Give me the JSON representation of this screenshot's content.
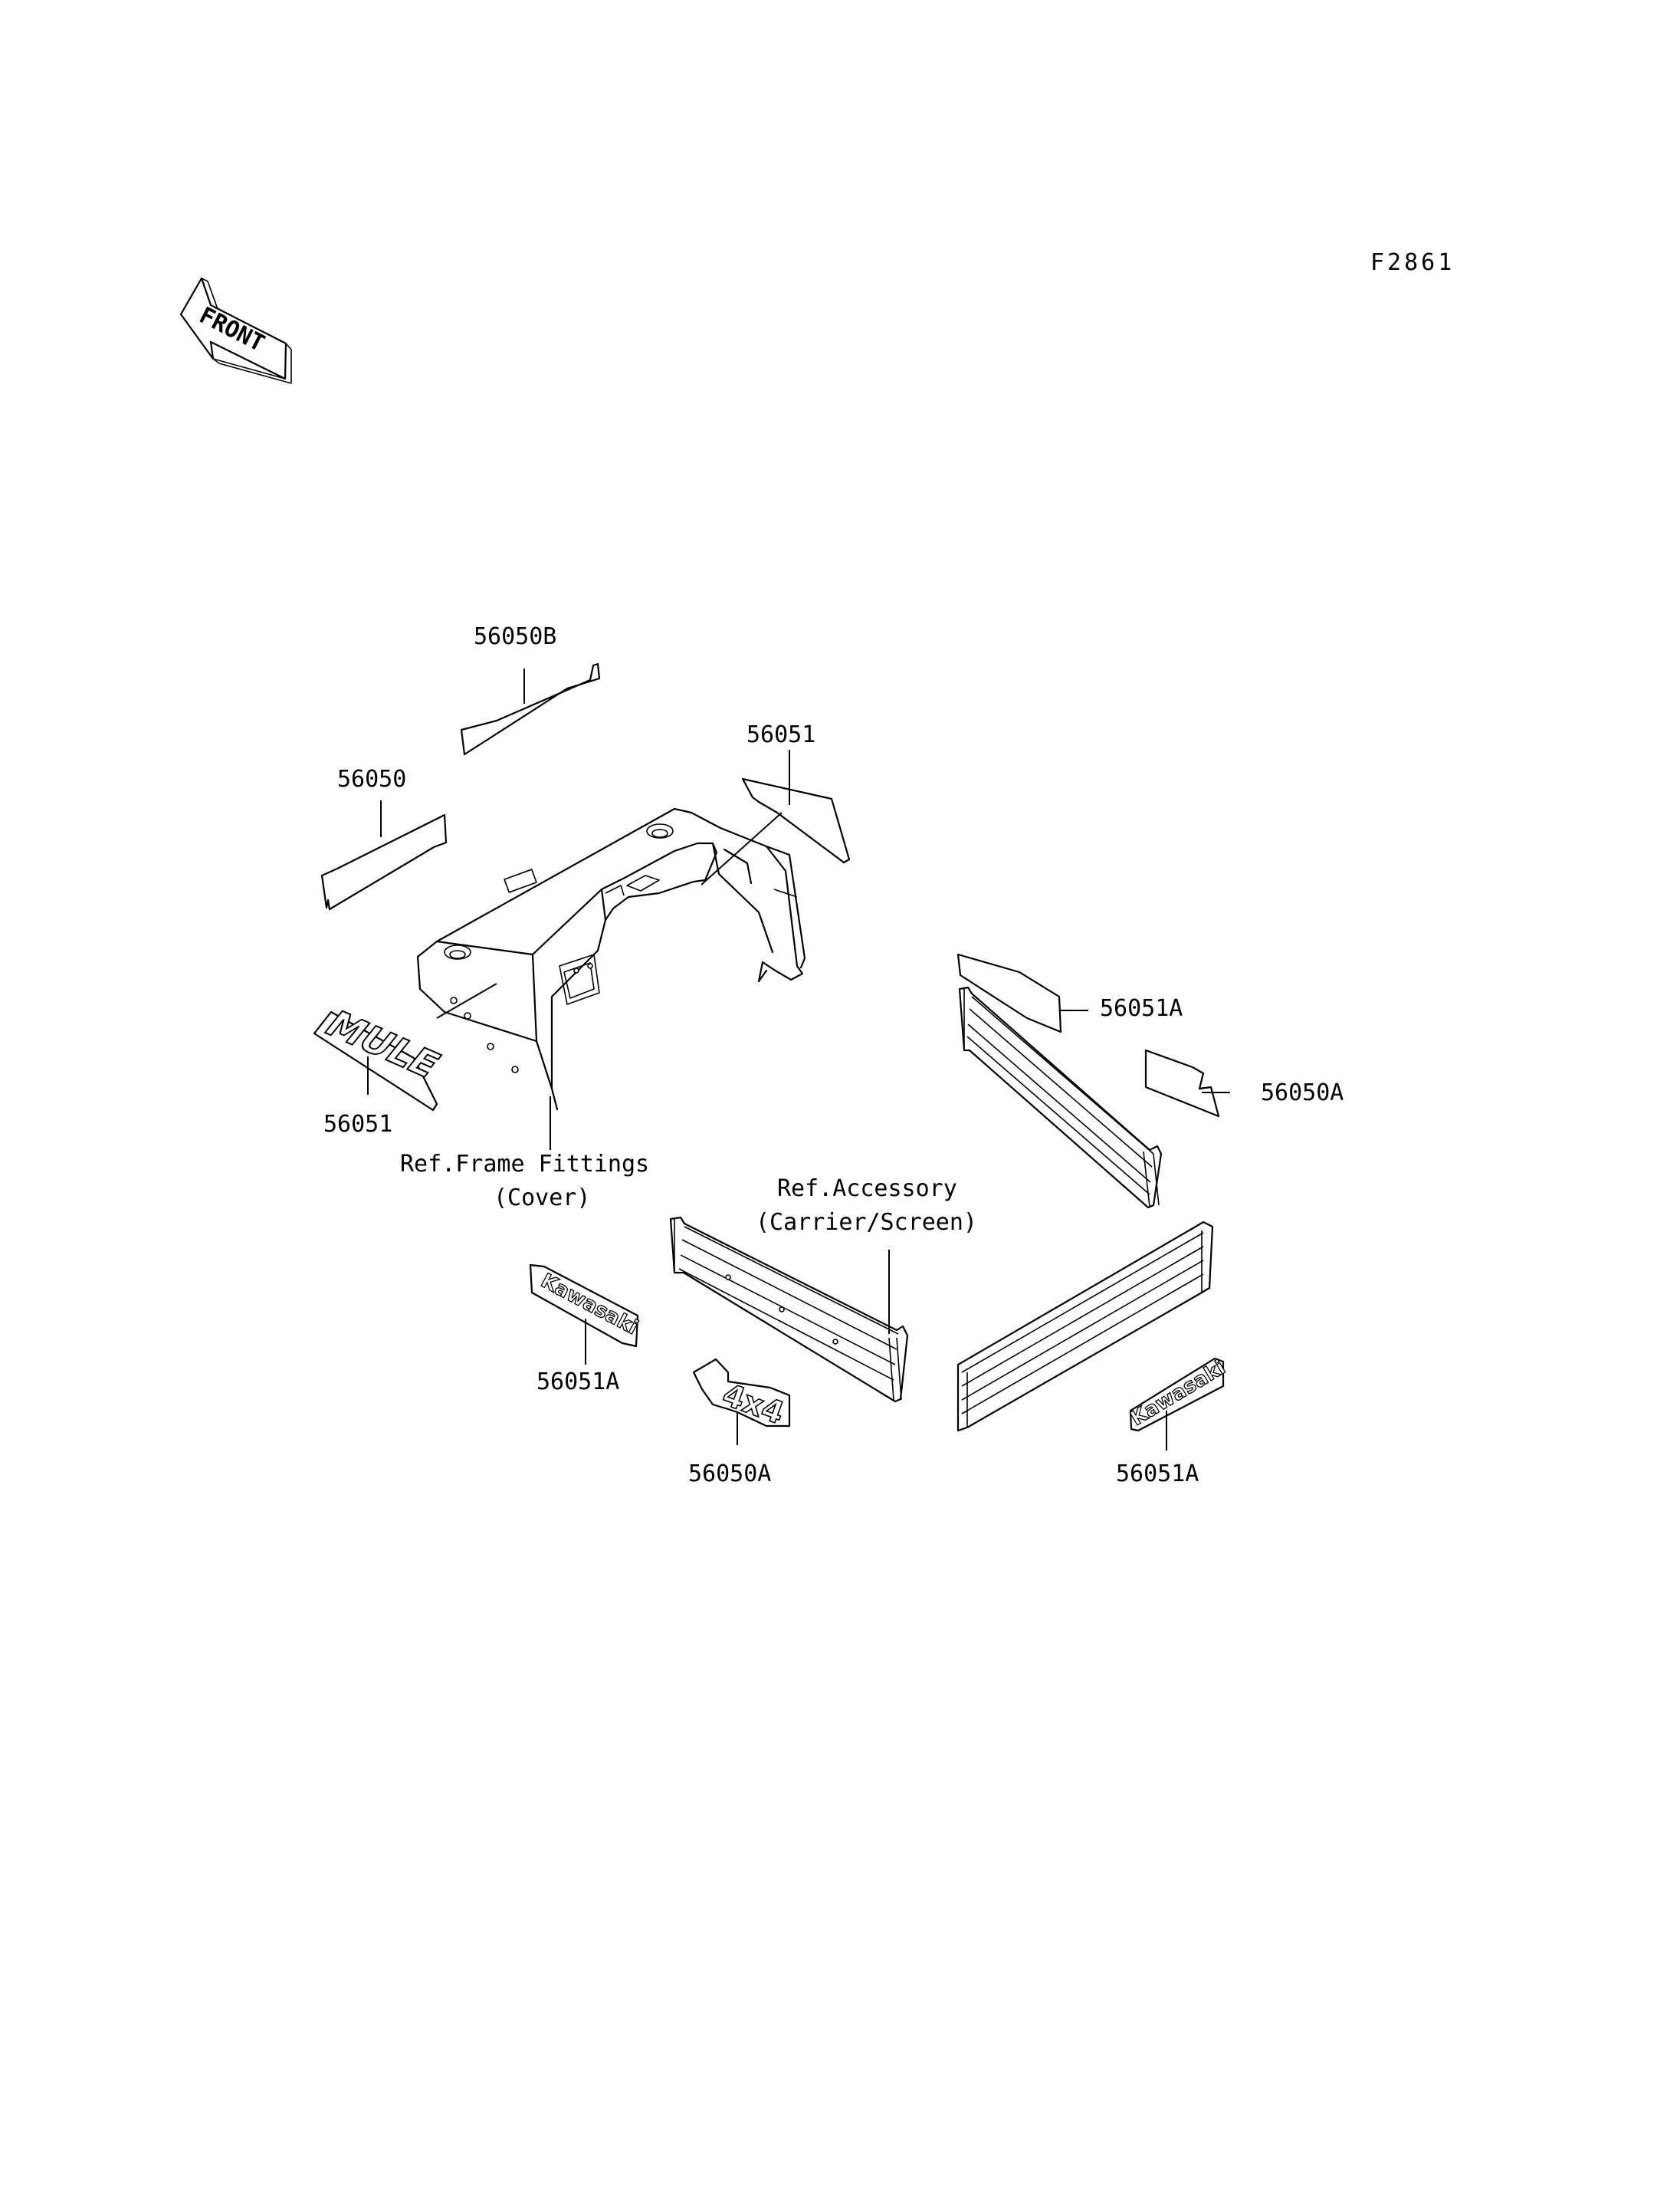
{
  "figure_code": "F2861",
  "front_indicator": {
    "text": "FRONT",
    "icon": "front-arrow-icon"
  },
  "labels": {
    "p56050B": "56050B",
    "p56050_top": "56050",
    "p56051_top": "56051",
    "p56051_mule": "56051",
    "ref_frame_line1": "Ref.Frame Fittings",
    "ref_frame_line2": "(Cover)",
    "p56051A_right": "56051A",
    "p56050A_right": "56050A",
    "ref_accessory_line1": "Ref.Accessory",
    "ref_accessory_line2": "(Carrier/Screen)",
    "p56051A_left": "56051A",
    "p56050A_bottom": "56050A",
    "p56051A_bottom": "56051A"
  },
  "emblems": {
    "mule": "MULE",
    "kawasaki_left": "Kawasaki",
    "kawasaki_right": "Kawasaki",
    "four_by_four": "4x4"
  }
}
